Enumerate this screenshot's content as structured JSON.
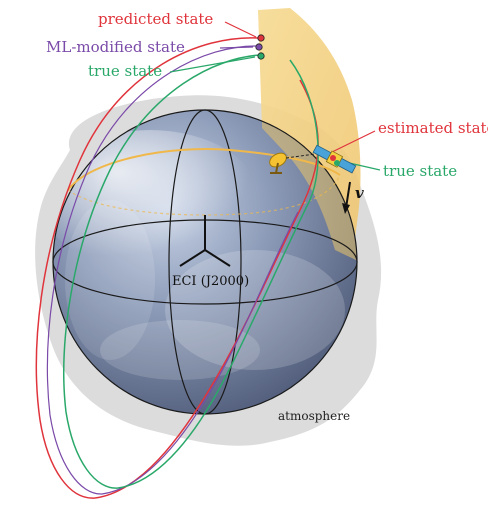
{
  "labels": {
    "predicted_state": "predicted state",
    "ml_modified_state": "ML-modified state",
    "true_state_top": "true state",
    "estimated_state": "estimated state",
    "true_state_right": "true state",
    "velocity": "v",
    "frame": "ECI (J2000)",
    "atmosphere": "atmosphere"
  },
  "colors": {
    "predicted": "#e0343c",
    "ml_modified": "#7a4aa8",
    "true": "#2aa86a",
    "shadow_region": "#f3d38a",
    "atmosphere": "#d9d9d9",
    "globe_ocean": "#7f8fae",
    "grid": "#1a1a1a",
    "equator_orbit": "#f0b84a"
  },
  "icons": [
    "satellite-icon",
    "ground-antenna-icon",
    "axes-icon"
  ]
}
